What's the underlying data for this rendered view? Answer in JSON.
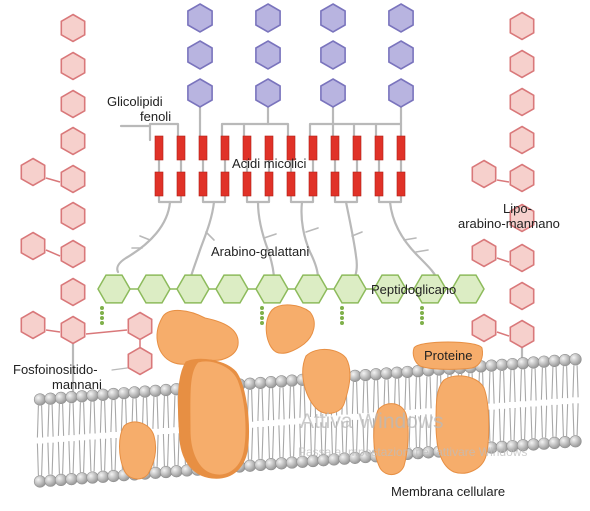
{
  "labels": {
    "glycolipids": "Glicolipidi",
    "phenols": "fenoli",
    "mycolic_acids": "Acidi micolici",
    "lipo": "Lipo-",
    "arabinomannan": "arabino-mannano",
    "arabinogalactans": "Arabino-galattani",
    "peptidoglycan": "Peptidoglicano",
    "phosphoinositide": "Fosfoinositido-",
    "mannans": "mannani",
    "proteins": "Proteine",
    "membrane": "Membrana cellulare"
  },
  "watermark": {
    "title": "Attiva Windows",
    "subtitle": "Passa a Impostazioni per attivare Windows"
  },
  "colors": {
    "pink_fill": "#f6d0cc",
    "pink_stroke": "#d9787a",
    "purple_fill": "#b8b4e0",
    "purple_stroke": "#7a74bd",
    "red_lipid": "#e03228",
    "green_fill": "#dcedc4",
    "green_stroke": "#8dbb5c",
    "protein": "#f6ad6b",
    "protein_dark": "#e78f43",
    "membrane_head": "#c4c4c4"
  }
}
